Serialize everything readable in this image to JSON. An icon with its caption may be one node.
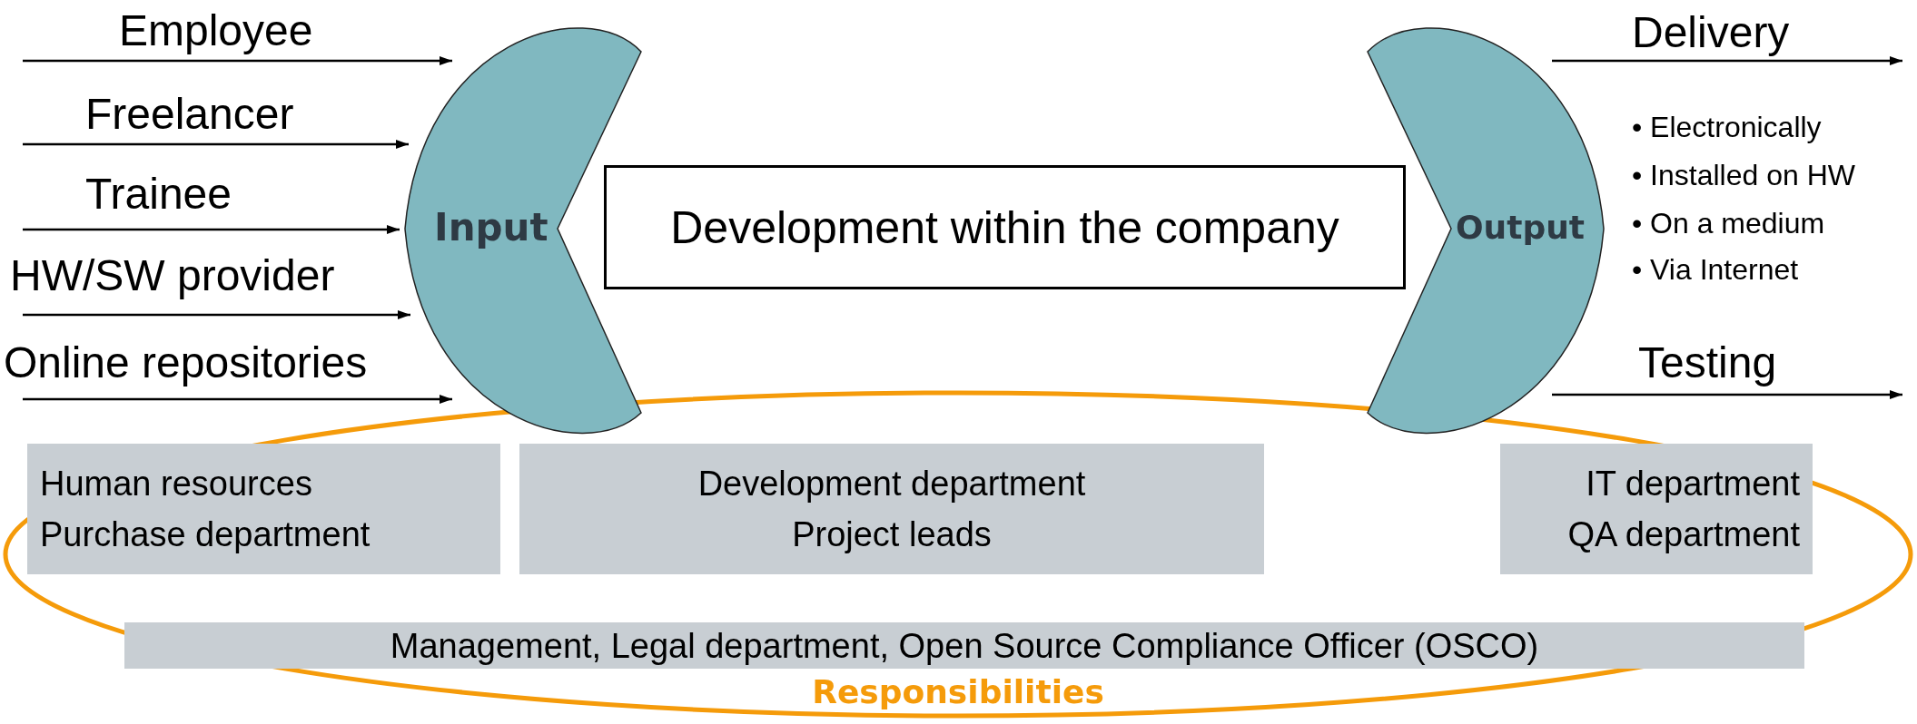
{
  "diagram": {
    "nodes": [
      {
        "text": [
          "Input"
        ]
      },
      {
        "text": [
          "Development within the company"
        ]
      },
      {
        "text": [
          "Output"
        ]
      },
      {
        "text": [
          "Responsibilities"
        ]
      },
      {
        "text": [
          "Human resources",
          "Purchase department"
        ],
        "in": 3
      },
      {
        "text": [
          "Development department",
          "Project leads"
        ],
        "in": 3
      },
      {
        "text": [
          "IT department",
          "QA department"
        ],
        "in": 3
      },
      {
        "text": [
          "Management, Legal department, Open Source Compliance Officer (OSCO)"
        ],
        "in": 3
      }
    ],
    "edges": [
      {
        "from": null,
        "to": 0,
        "arrow": "to",
        "label": "Employee"
      },
      {
        "from": null,
        "to": 0,
        "arrow": "to",
        "label": "Freelancer"
      },
      {
        "from": null,
        "to": 0,
        "arrow": "to",
        "label": "Trainee"
      },
      {
        "from": null,
        "to": 0,
        "arrow": "to",
        "label": "HW/SW provider"
      },
      {
        "from": null,
        "to": 0,
        "arrow": "to",
        "label": "Online repositories"
      },
      {
        "from": 2,
        "to": null,
        "arrow": "to",
        "label": "Delivery"
      },
      {
        "from": 2,
        "to": null,
        "arrow": "to",
        "label": "Testing"
      }
    ],
    "labels": [
      "• Electronically",
      "• Installed on HW",
      "• On a medium",
      "• Via Internet"
    ]
  }
}
